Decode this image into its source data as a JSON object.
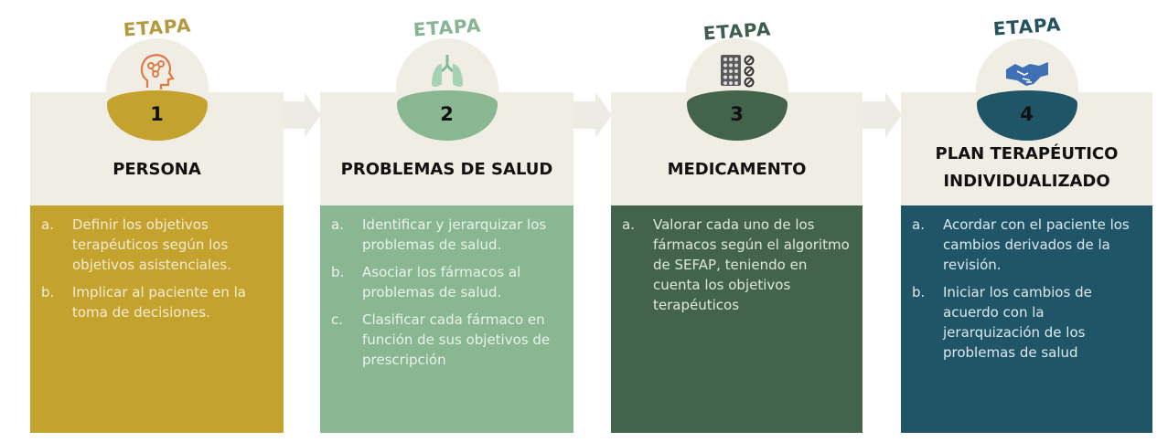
{
  "stages": [
    {
      "etapa": "ETAPA",
      "number": "1",
      "title": "PERSONA",
      "icon": "head-network-icon",
      "colors": {
        "accent": "#c4a22e",
        "etapa": "#b39a3e",
        "body_text": "#f4ecd2"
      },
      "items": [
        {
          "marker": "a.",
          "text": "Definir los objetivos terapéuticos según los objetivos asistenciales."
        },
        {
          "marker": "b.",
          "text": "Implicar al paciente en la toma de decisiones."
        }
      ]
    },
    {
      "etapa": "ETAPA",
      "number": "2",
      "title": "PROBLEMAS DE SALUD",
      "icon": "lungs-icon",
      "colors": {
        "accent": "#88b791",
        "etapa": "#86b495",
        "body_text": "#eaf3ea"
      },
      "items": [
        {
          "marker": "a.",
          "text": "Identificar y jerarquizar los problemas de salud."
        },
        {
          "marker": "b.",
          "text": "Asociar los fármacos al problemas de salud."
        },
        {
          "marker": "c.",
          "text": "Clasificar cada fármaco en función de sus objetivos de prescripción"
        }
      ]
    },
    {
      "etapa": "ETAPA",
      "number": "3",
      "title": "MEDICAMENTO",
      "icon": "pills-icon",
      "colors": {
        "accent": "#43644b",
        "etapa": "#3e5d4f",
        "body_text": "#dfe7df"
      },
      "items": [
        {
          "marker": "a.",
          "text": "Valorar cada uno de los fármacos según el algoritmo de SEFAP, teniendo en cuenta los objetivos terapéuticos"
        }
      ]
    },
    {
      "etapa": "ETAPA",
      "number": "4",
      "title": "PLAN TERAPÉUTICO INDIVIDUALIZADO",
      "icon": "handshake-icon",
      "colors": {
        "accent": "#1f5566",
        "etapa": "#24535f",
        "body_text": "#dce9ee"
      },
      "items": [
        {
          "marker": "a.",
          "text": "Acordar con el paciente los cambios  derivados de la revisión."
        },
        {
          "marker": "b.",
          "text": "Iniciar  los cambios de acuerdo con la jerarquización de los problemas de salud"
        }
      ]
    }
  ],
  "colors": {
    "header_bg": "#f0ede4",
    "arrow": "#ecebe4"
  }
}
